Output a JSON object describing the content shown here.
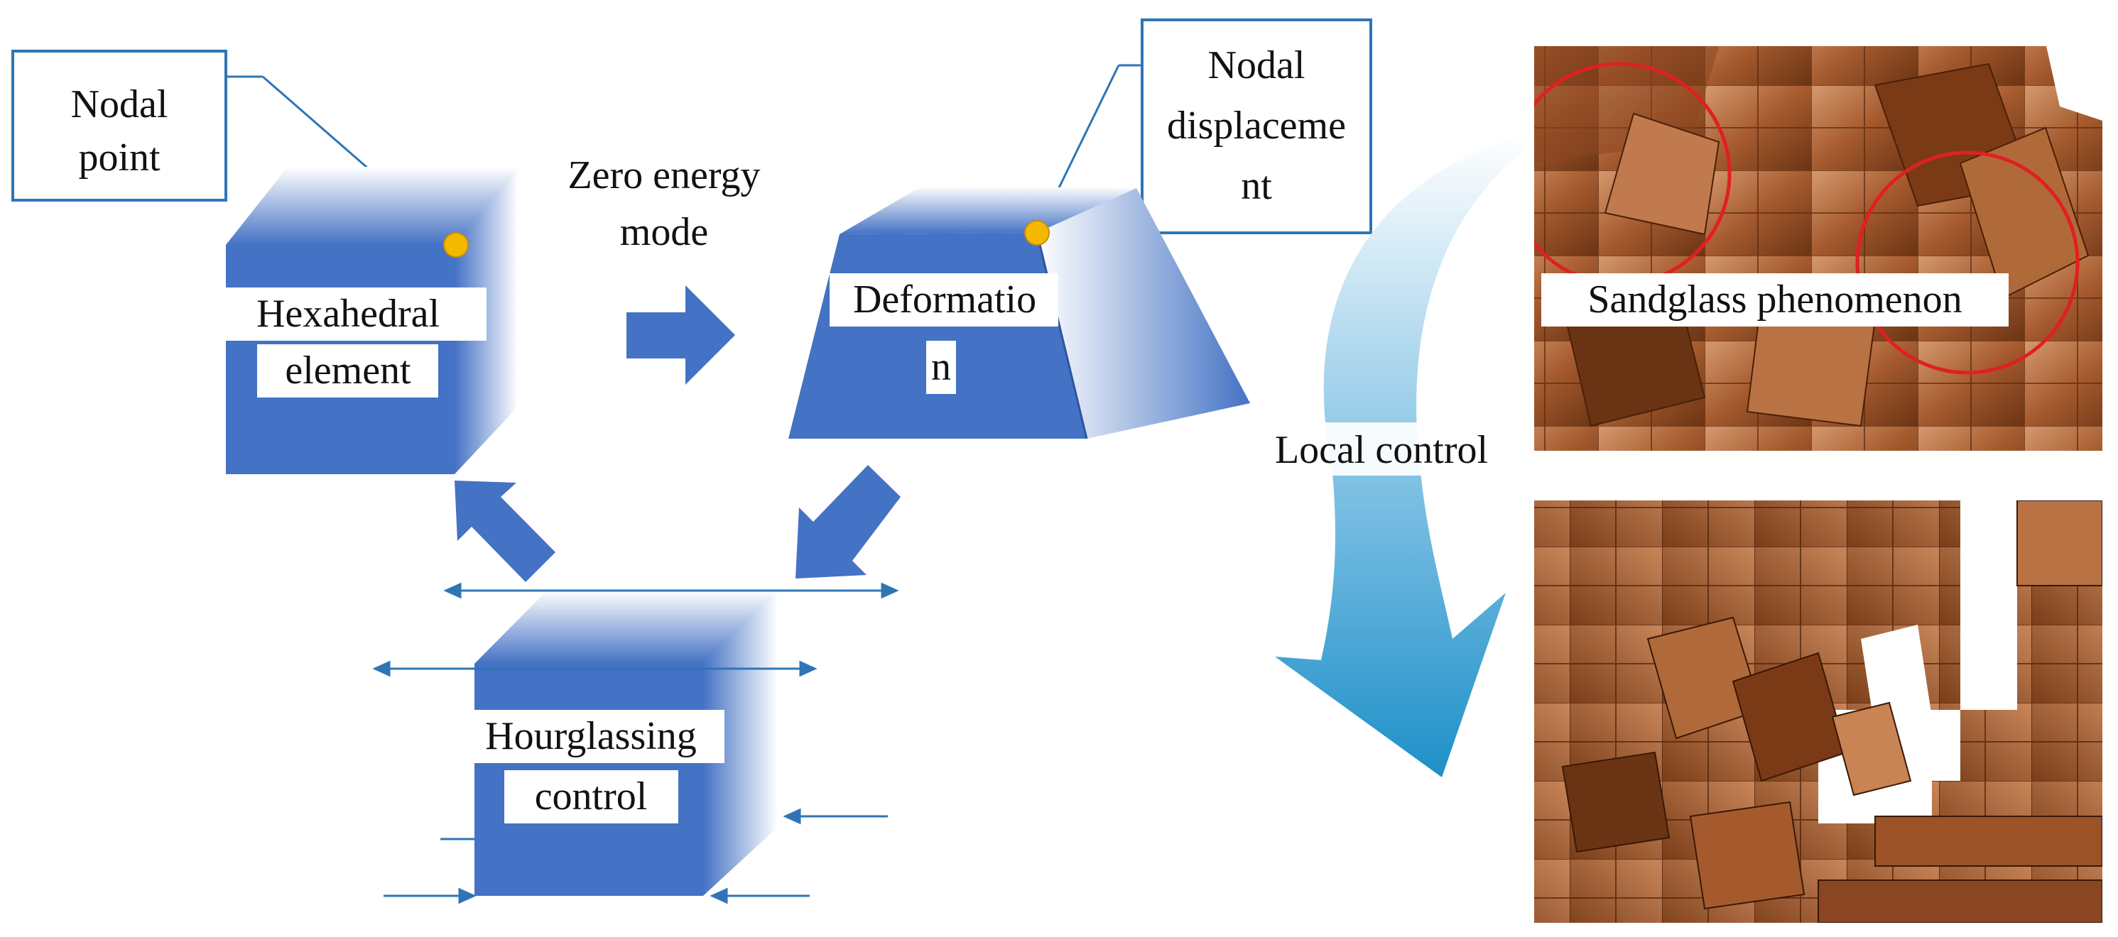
{
  "diagram": {
    "callouts": {
      "nodal_point": [
        "Nodal",
        "point"
      ],
      "nodal_displacement": [
        "Nodal",
        "displaceme",
        "nt"
      ]
    },
    "labels": {
      "zero_energy_mode": [
        "Zero energy",
        "mode"
      ],
      "hexahedral_element": [
        "Hexahedral",
        "element"
      ],
      "deformation": [
        "Deformatio",
        "n"
      ],
      "hourglassing_control": [
        "Hourglassing",
        "control"
      ],
      "sandglass_phenomenon": "Sandglass phenomenon",
      "local_control": "Local control"
    },
    "colors": {
      "block_blue": "#4472c4",
      "block_blue_dark": "#3a62ad",
      "callout_border": "#2e75b6",
      "nodal_point": "#f5b800",
      "highlight_circle": "#e02020",
      "element_brown": "#a55a2e",
      "element_brown_light": "#c9865a",
      "element_brown_dark": "#6a3414"
    }
  }
}
